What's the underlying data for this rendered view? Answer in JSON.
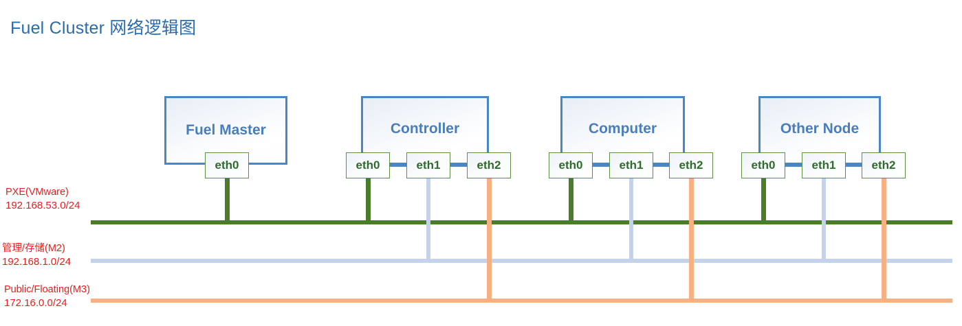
{
  "diagram": {
    "title": "Fuel Cluster 网络逻辑图",
    "title_color": "#2a6cb0",
    "node_border_color": "#4a86c5",
    "node_label_color": "#4a7ebb",
    "eth_border_color": "#5d9141",
    "eth_text_color": "#2f6b2c",
    "legend_text_color": "#ef1b1b"
  },
  "nodes": [
    {
      "name": "Fuel Master",
      "interfaces": [
        {
          "label": "eth0",
          "network": "pxe"
        }
      ]
    },
    {
      "name": "Controller",
      "interfaces": [
        {
          "label": "eth0",
          "network": "pxe"
        },
        {
          "label": "eth1",
          "network": "management"
        },
        {
          "label": "eth2",
          "network": "public"
        }
      ]
    },
    {
      "name": "Computer",
      "interfaces": [
        {
          "label": "eth0",
          "network": "pxe"
        },
        {
          "label": "eth1",
          "network": "management"
        },
        {
          "label": "eth2",
          "network": "public"
        }
      ]
    },
    {
      "name": "Other Node",
      "interfaces": [
        {
          "label": "eth0",
          "network": "pxe"
        },
        {
          "label": "eth1",
          "network": "management"
        },
        {
          "label": "eth2",
          "network": "public"
        }
      ]
    }
  ],
  "networks": [
    {
      "id": "pxe",
      "name": "PXE(VMware)",
      "subnet": "192.168.53.0/24",
      "color": "#4a7d28"
    },
    {
      "id": "management",
      "name": "管理/存储(M2)",
      "subnet": "192.168.1.0/24",
      "color": "#c3d3ec"
    },
    {
      "id": "public",
      "name": "Public/Floating(M3)",
      "subnet": "172.16.0.0/24",
      "color": "#f6b183"
    }
  ]
}
